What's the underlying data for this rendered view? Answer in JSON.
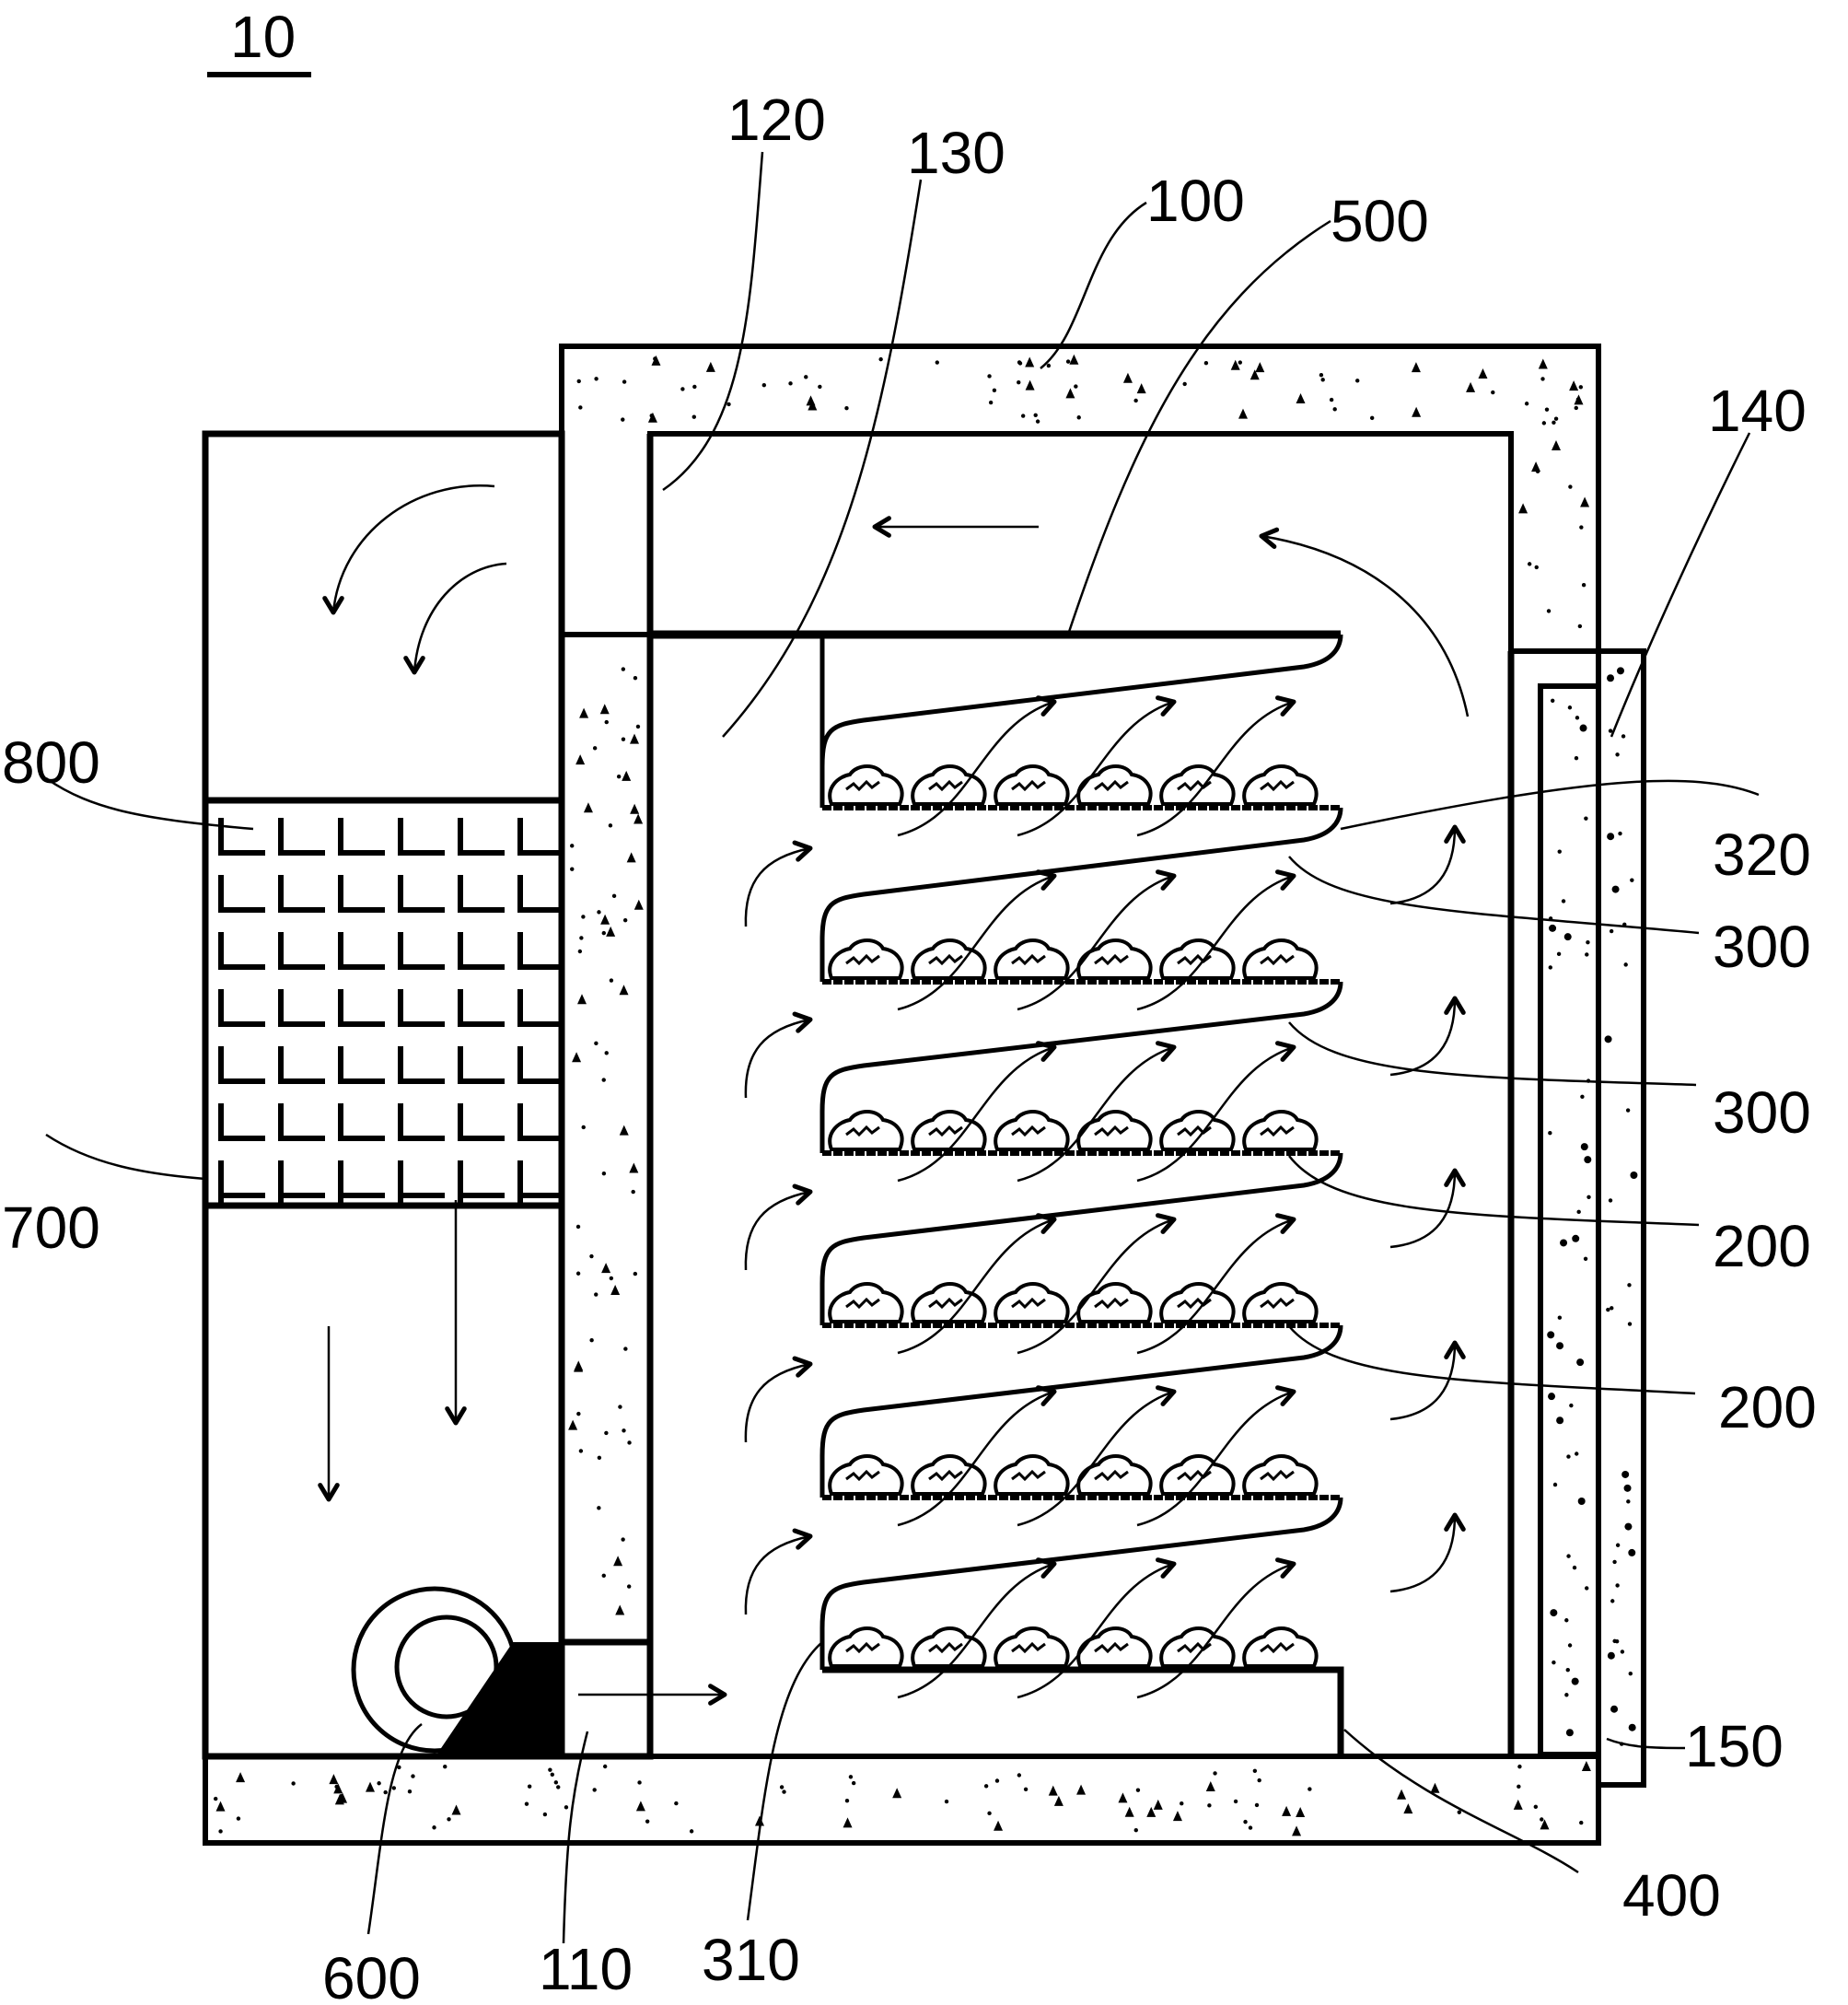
{
  "figure": {
    "number": "10",
    "colors": {
      "line": "#000000",
      "background": "#ffffff"
    }
  },
  "labels": {
    "fig": "10",
    "l120": "120",
    "l130": "130",
    "l100": "100",
    "l500": "500",
    "l140": "140",
    "l800": "800",
    "l320": "320",
    "l300a": "300",
    "l300b": "300",
    "l200a": "200",
    "l200b": "200",
    "l700": "700",
    "l150": "150",
    "l400": "400",
    "l600": "600",
    "l110": "110",
    "l310": "310"
  },
  "components": [
    {
      "ref": "100",
      "name": "insulated shell"
    },
    {
      "ref": "110",
      "name": "air inlet"
    },
    {
      "ref": "120",
      "name": "air outlet"
    },
    {
      "ref": "130",
      "name": "supply channel"
    },
    {
      "ref": "140",
      "name": "return channel"
    },
    {
      "ref": "150",
      "name": "door"
    },
    {
      "ref": "200",
      "name": "tray"
    },
    {
      "ref": "300",
      "name": "air guide plate"
    },
    {
      "ref": "310",
      "name": "guide plate lower end"
    },
    {
      "ref": "320",
      "name": "guide plate upper end"
    },
    {
      "ref": "400",
      "name": "support base"
    },
    {
      "ref": "500",
      "name": "partition"
    },
    {
      "ref": "600",
      "name": "fan"
    },
    {
      "ref": "700",
      "name": "air handling box"
    },
    {
      "ref": "800",
      "name": "heat exchanger / filter"
    }
  ],
  "shelves": {
    "count": 6,
    "items_per_shelf": 6
  },
  "filter_grid": {
    "columns": 6,
    "rows": 7
  }
}
